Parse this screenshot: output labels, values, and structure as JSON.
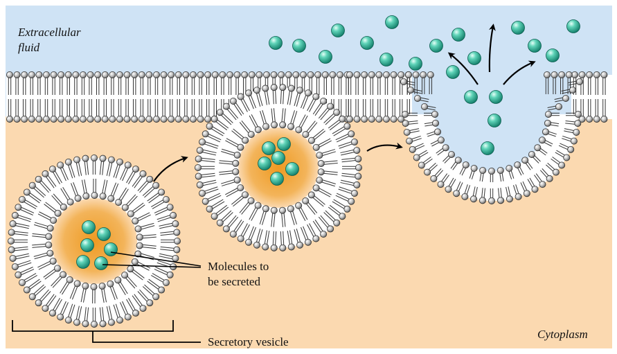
{
  "labels": {
    "extracellular_line1": "Extracellular",
    "extracellular_line2": "fluid",
    "cytoplasm": "Cytoplasm",
    "molecules_line1": "Molecules to",
    "molecules_line2": "be secreted",
    "secretory_vesicle": "Secretory vesicle"
  },
  "colors": {
    "extracellular": "#cfe3f5",
    "cytoplasm": "#fbd9b0",
    "vesicle_core": "#f0a93a",
    "molecule": "#2aa890",
    "lipid_head": "#8a8a8a",
    "arrow": "#000000"
  },
  "stages": [
    "vesicle-in-cytoplasm",
    "vesicle-docking",
    "membrane-fusion",
    "release"
  ]
}
